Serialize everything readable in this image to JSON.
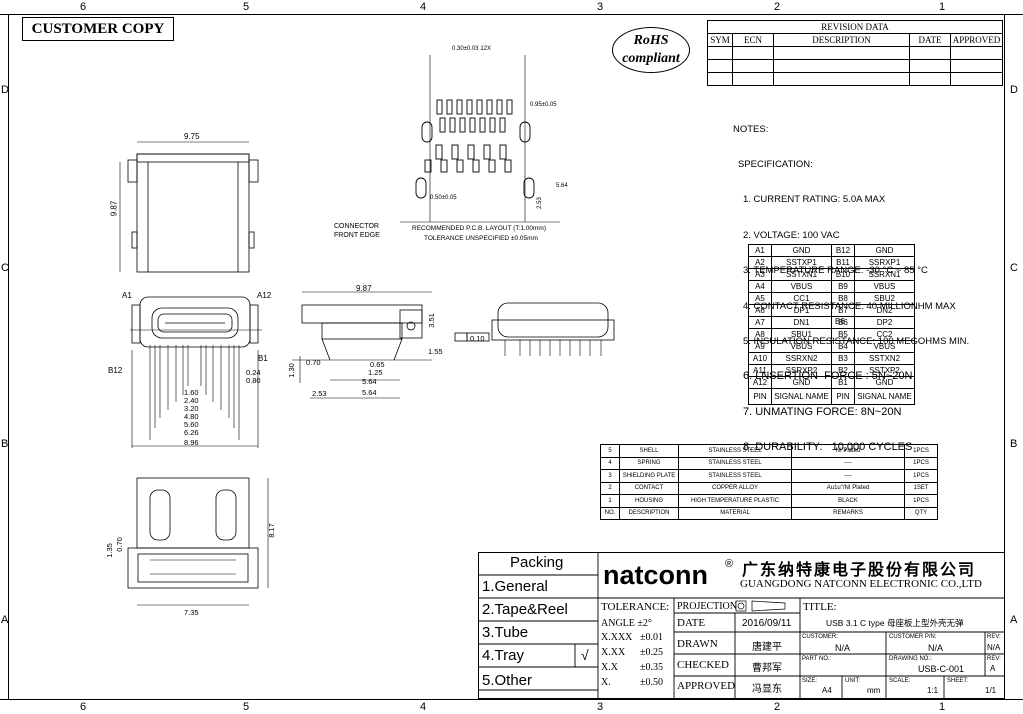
{
  "zones": {
    "columns": [
      "6",
      "5",
      "4",
      "3",
      "2",
      "1"
    ],
    "rows": [
      "D",
      "C",
      "B",
      "A"
    ]
  },
  "customer_copy": "CUSTOMER COPY",
  "rohs": {
    "line1": "RoHS",
    "line2": "compliant"
  },
  "revision": {
    "title": "REVISION DATA",
    "headers": [
      "SYM",
      "ECN",
      "DESCRIPTION",
      "DATE",
      "APPROVED"
    ]
  },
  "notes": {
    "title": "NOTES:",
    "spec_title": "SPECIFICATION:",
    "items": [
      "1. CURRENT RATING: 5.0A MAX",
      "2. VOLTAGE: 100 VAC",
      "3. TEMPERATURE RANGE: -30 °C ~ 85 °C",
      "4. CONTACT RESISTANCE: 40 MILLIONHM MAX",
      "5. INSULATION RESISTANCE: 100 MEGOHMS MIN.",
      "6. LNSERTION  FORCE : 5N~20N",
      "7. UNMATING FORCE: 8N~20N",
      "8. DURABILITY:   10,000 CYCLES"
    ]
  },
  "pin_table": {
    "rows": [
      [
        "A1",
        "GND",
        "B12",
        "GND"
      ],
      [
        "A2",
        "SSTXP1",
        "B11",
        "SSRXP1"
      ],
      [
        "A3",
        "SSTXN1",
        "B10",
        "SSRXN1"
      ],
      [
        "A4",
        "VBUS",
        "B9",
        "VBUS"
      ],
      [
        "A5",
        "CC1",
        "B8",
        "SBU2"
      ],
      [
        "A6",
        "DP1",
        "B7",
        "DN2"
      ],
      [
        "A7",
        "DN1",
        "B6",
        "DP2"
      ],
      [
        "A8",
        "SBU1",
        "B5",
        "CC2"
      ],
      [
        "A9",
        "VBUS",
        "B4",
        "VBUS"
      ],
      [
        "A10",
        "SSRXN2",
        "B3",
        "SSTXN2"
      ],
      [
        "A11",
        "SSRXP2",
        "B2",
        "SSTXP2"
      ],
      [
        "A12",
        "GND",
        "B1",
        "GND"
      ]
    ],
    "footer": [
      "PIN",
      "SIGNAL NAME",
      "PIN",
      "SIGNAL NAME"
    ],
    "stray": "B6"
  },
  "bom": {
    "rows": [
      [
        "5",
        "SHELL",
        "STAINLESS STEEL",
        "NI Plated",
        "1PCS"
      ],
      [
        "4",
        "SPRING",
        "STAINLESS STEEL",
        "----",
        "1PCS"
      ],
      [
        "3",
        "SHIELDING PLATE",
        "STAINLESS STEEL",
        "----",
        "1PCS"
      ],
      [
        "2",
        "CONTACT",
        "COPPER ALLOY",
        "Au1u\"/NI Plated",
        "1SET"
      ],
      [
        "1",
        "HOUSING",
        "HIGH TEMPERATURE PLASTIC",
        "BLACK",
        "1PCS"
      ],
      [
        "NO.",
        "DESCRIPTION",
        "MATERIAL",
        "REMARKS",
        "QTY"
      ]
    ]
  },
  "packing": {
    "title": "Packing",
    "items": [
      "1.General",
      "2.Tape&Reel",
      "3.Tube",
      "4.Tray",
      "5.Other"
    ],
    "checked_mark": "√"
  },
  "company": {
    "logo": "natconn",
    "reg": "®",
    "name_cn": "广东纳特康电子股份有限公司",
    "name_en": "GUANGDONG NATCONN ELECTRONIC CO.,LTD"
  },
  "tolerance": {
    "label": "TOLERANCE:",
    "angle": "ANGLE ±2°",
    "rows": [
      [
        "X.XXX",
        "±0.01"
      ],
      [
        "X.XX",
        "±0.25"
      ],
      [
        "X.X",
        "±0.35"
      ],
      [
        "X.",
        "±0.50"
      ]
    ]
  },
  "projection": "PROJECTION",
  "date": {
    "label": "DATE",
    "value": "2016/09/11"
  },
  "drawn": {
    "label": "DRAWN",
    "value": "唐建平"
  },
  "checked": {
    "label": "CHECKED",
    "value": "曹邦军"
  },
  "approved": {
    "label": "APPROVED",
    "value": "冯显东"
  },
  "title_block": {
    "title_label": "TITLE:",
    "title_value": "USB 3.1  C   type  母座板上型外壳无弹",
    "customer_label": "CUSTOMER:",
    "customer_value": "N/A",
    "customer_pn_label": "CUSTOMER P/N:",
    "customer_pn_value": "N/A",
    "rev_label": "REV:",
    "rev_value1": "N/A",
    "part_no_label": "PART NO.:",
    "drawing_no_label": "DRAWING NO.:",
    "drawing_no_value": "USB-C-001",
    "rev_value2": "A",
    "size_label": "SIZE:",
    "size_value": "A4",
    "unit_label": "UNIT:",
    "unit_value": "mm",
    "scale_label": "SCALE:",
    "scale_value": "1:1",
    "sheet_label": "SHEET:",
    "sheet_value": "1/1"
  },
  "dims": {
    "d975": "9.75",
    "d987v": "9.87",
    "d987": "9.87",
    "a1": "A1",
    "a12": "A12",
    "b1": "B1",
    "b12": "B12",
    "d024": "0.24",
    "d080": "0.80",
    "inner": [
      "1.60",
      "2.40",
      "3.20",
      "4.80",
      "5.60",
      "6.26",
      "8.96"
    ],
    "d130": "1.30",
    "d070": "0.70",
    "d065": "0.65",
    "d125": "1.25",
    "d564a": "5.64",
    "d253": "2.53",
    "d564b": "5.64",
    "d351": "3.51",
    "d155": "1.55",
    "flat": "0.10",
    "d135": "1.35",
    "d070b": "0.70",
    "d817": "8.17",
    "d735": "7.35",
    "pcb_top": "0.30±0.03 12X",
    "pcb_095": "0.95±0.05",
    "pcb_050": "0.50±0.05",
    "pcb_564": "5.64",
    "pcb_253": "2.53",
    "conn_front": "CONNECTOR\nFRONT EDGE",
    "pcb_layout": "RECOMMENDED  P.C.B. LAYOUT (T:1.00mm)",
    "pcb_tol": "TOLERANCE UNSPECIFIED ±0.05mm"
  }
}
